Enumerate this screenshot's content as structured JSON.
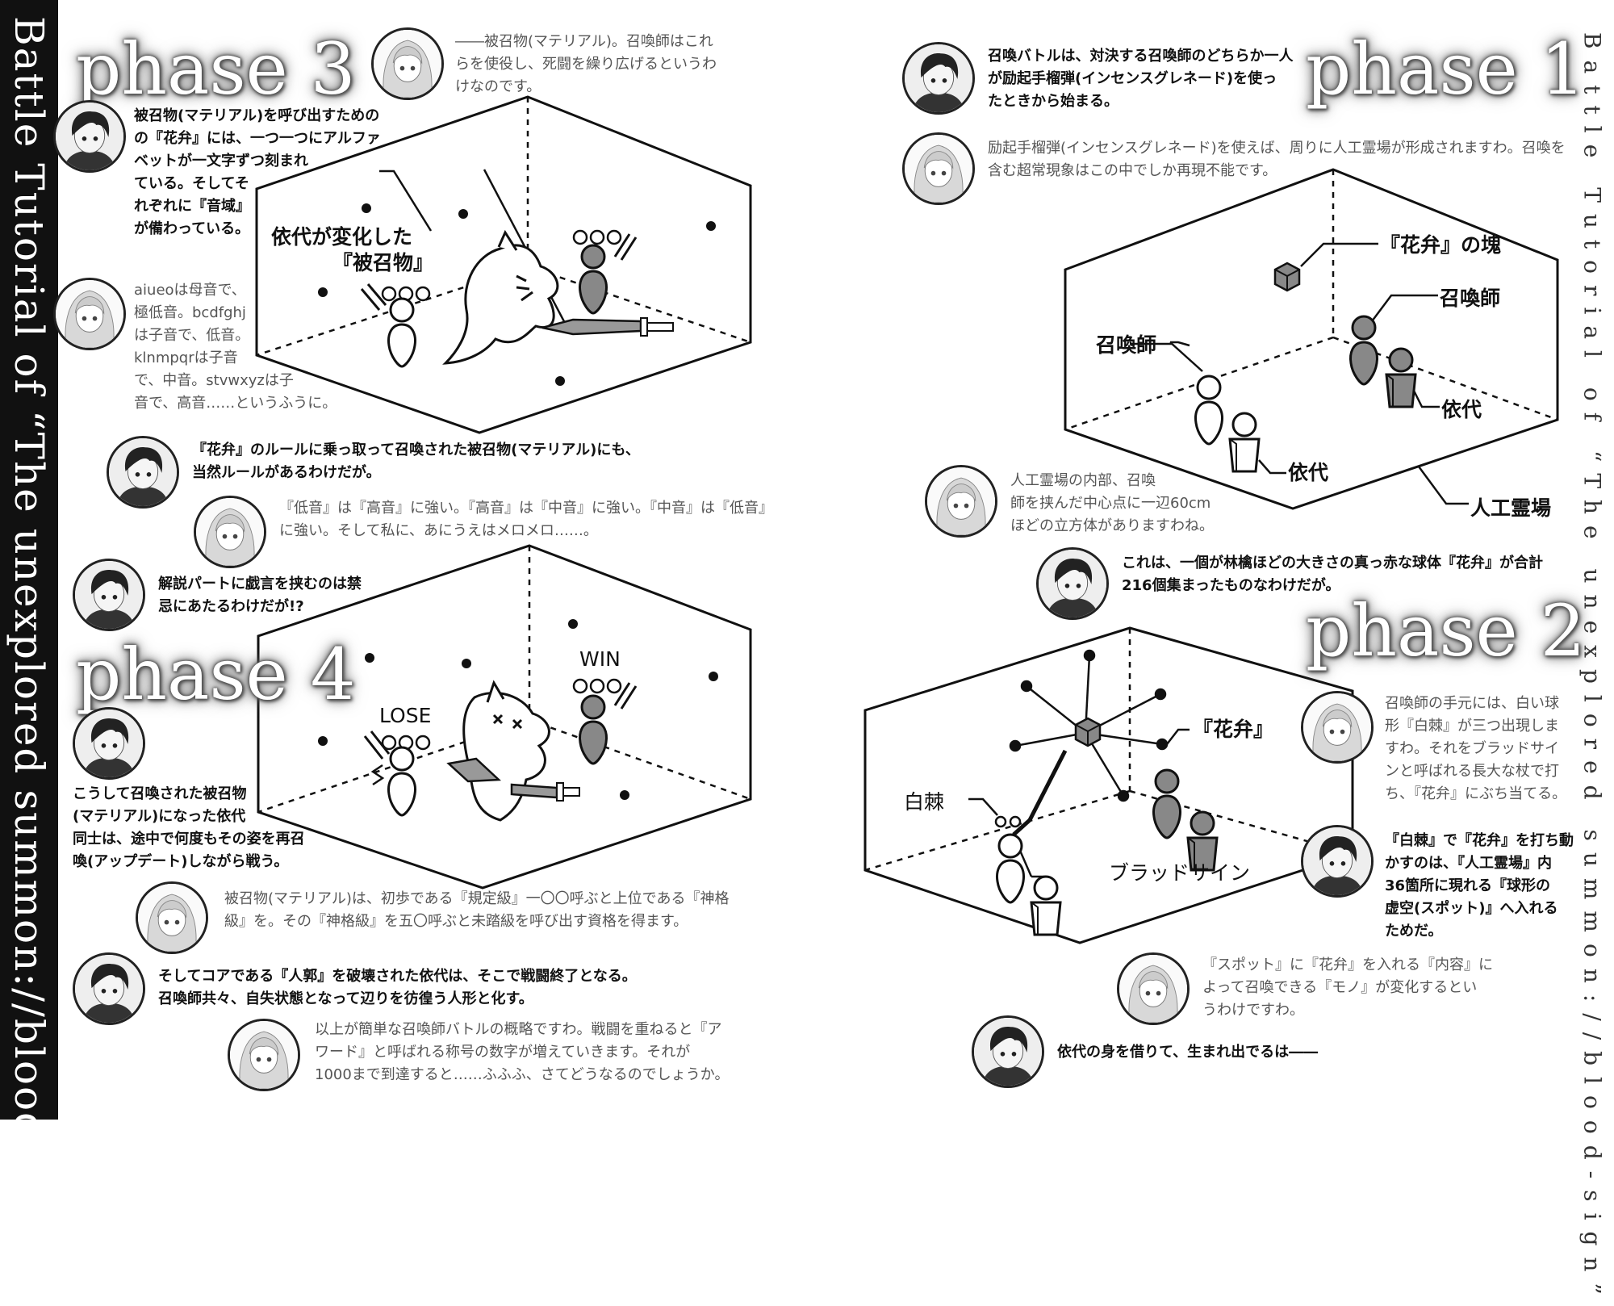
{
  "titles": {
    "left_vertical": "Battle Tutorial of “The unexplored summon://blood-sign”",
    "right_vertical": "Battle Tutorial of “The unexplored summon://blood-sign”"
  },
  "phases": {
    "p1": "phase 1",
    "p2": "phase 2",
    "p3": "phase 3",
    "p4": "phase 4"
  },
  "dialogues": {
    "p1_boy_1": "召喚バトルは、対決する召喚師のどちらか一人\nが励起手榴弾(インセンスグレネード)を使っ\nたときから始まる。",
    "p1_girl_1": "励起手榴弾(インセンスグレネード)を使えば、周りに人工霊場が形成されますわ。召喚を\n含む超常現象はこの中でしか再現不能です。",
    "p1_girl_2": "人工霊場の内部、召喚\n師を挟んだ中心点に一辺60cm\nほどの立方体がありますわね。",
    "p1_boy_2": "これは、一個が林檎ほどの大きさの真っ赤な球体『花弁』が合計\n216個集まったものなわけだが。",
    "p2_girl_1": "召喚師の手元には、白い球\n形『白棘』が三つ出現しま\nすわ。それをブラッドサイ\nンと呼ばれる長大な杖で打\nち、『花弁』にぶち当てる。",
    "p2_boy_1": "『白棘』で『花弁』を打ち動\nかすのは、『人工霊場』内\n36箇所に現れる『球形の\n虚空(スポット)』へ入れる\nためだ。",
    "p2_girl_2": "『スポット』に『花弁』を入れる『内容』に\nよって召喚できる『モノ』が変化するとい\nうわけですわ。",
    "p2_boy_2": "依代の身を借りて、生まれ出でるは――",
    "p3_girl_1": "――被召物(マテリアル)。召喚師はこれ\nらを使役し、死闘を繰り広げるというわ\nけなのです。",
    "p3_boy_1": "被召物(マテリアル)を呼び出すための\nの『花弁』には、一つ一つにアルファ\nベットが一文字ずつ刻まれ\nている。そしてそ\nれぞれに『音域』\nが備わっている。",
    "p3_girl_2": "aiueoは母音で、\n極低音。bcdfghj\nは子音で、低音。\nklnmpqrは子音\nで、中音。stvwxyzは子\n音で、高音……というふうに。",
    "p3_boy_2": "『花弁』のルールに乗っ取って召喚された被召物(マテリアル)にも、\n当然ルールがあるわけだが。",
    "p3_girl_3": "『低音』は『高音』に強い。『高音』は『中音』に強い。『中音』は『低音』\nに強い。そして私に、あにうえはメロメロ……。",
    "p3_boy_3": "解説パートに戯言を挟むのは禁\n忌にあたるわけだが!?",
    "p4_boy_1": "こうして召喚された被召物\n(マテリアル)になった依代\n同士は、途中で何度もその姿を再召\n喚(アップデート)しながら戦う。",
    "p4_girl_1": "被召物(マテリアル)は、初歩である『規定級』一〇〇呼ぶと上位である『神格\n級』を。その『神格級』を五〇呼ぶと未踏級を呼び出す資格を得ます。",
    "p4_boy_2": "そしてコアである『人郭』を破壊された依代は、そこで戦闘終了となる。\n召喚師共々、自失状態となって辺りを彷徨う人形と化す。",
    "p4_girl_2": "以上が簡単な召喚師バトルの概略ですわ。戦闘を重ねると『ア\nワード』と呼ばれる称号の数字が増えていきます。それが\n1000まで到達すると……ふふふ、さてどうなるのでしょうか。"
  },
  "diagram_labels": {
    "p1_petal_block": "『花弁』の塊",
    "p1_summoner_right": "召喚師",
    "p1_summoner_left": "召喚師",
    "p1_vessel_right": "依代",
    "p1_vessel_left": "依代",
    "p1_field": "人工霊場",
    "p2_petal": "『花弁』",
    "p2_white_thorn": "白棘",
    "p2_blood_sign": "ブラッドサイン",
    "p3_changed_line1": "依代が変化した",
    "p3_changed_line2": "『被召物』",
    "p4_win": "WIN",
    "p4_lose": "LOSE"
  }
}
